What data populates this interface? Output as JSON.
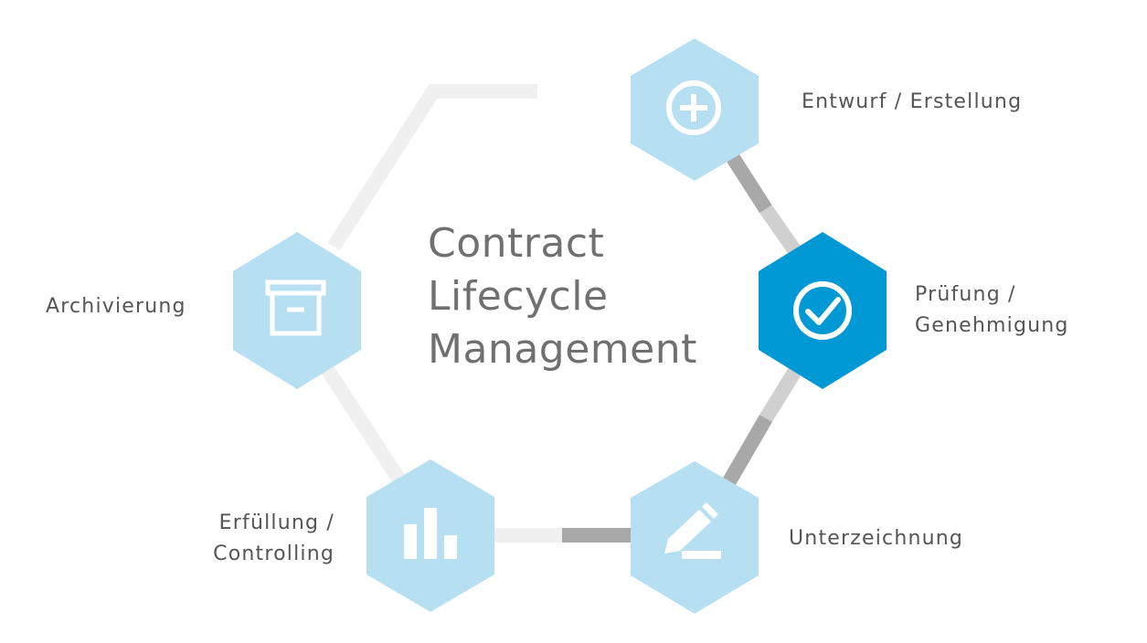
{
  "diagram": {
    "title_lines": [
      "Contract",
      "Lifecycle",
      "Management"
    ],
    "steps": [
      {
        "id": "entwurf",
        "lines": [
          "Entwurf / Erstellung"
        ],
        "icon": "plus-circle-icon"
      },
      {
        "id": "pruefung",
        "lines": [
          "Prüfung /",
          "Genehmigung"
        ],
        "icon": "check-circle-icon"
      },
      {
        "id": "unterzeichnung",
        "lines": [
          "Unterzeichnung"
        ],
        "icon": "pen-sign-icon"
      },
      {
        "id": "erfuellung",
        "lines": [
          "Erfüllung /",
          "Controlling"
        ],
        "icon": "bar-chart-icon"
      },
      {
        "id": "archivierung",
        "lines": [
          "Archivierung"
        ],
        "icon": "archive-box-icon"
      }
    ],
    "colors": {
      "hex_light": "#B6E0F2",
      "hex_active": "#0099D6",
      "icon": "#FFFFFF",
      "connector_dark": "#A8A8A8",
      "connector_light": "#D0D0D0",
      "connector_faint": "#F0F0F0",
      "title_text": "#707070",
      "label_text": "#555555"
    },
    "active_step": "pruefung"
  }
}
